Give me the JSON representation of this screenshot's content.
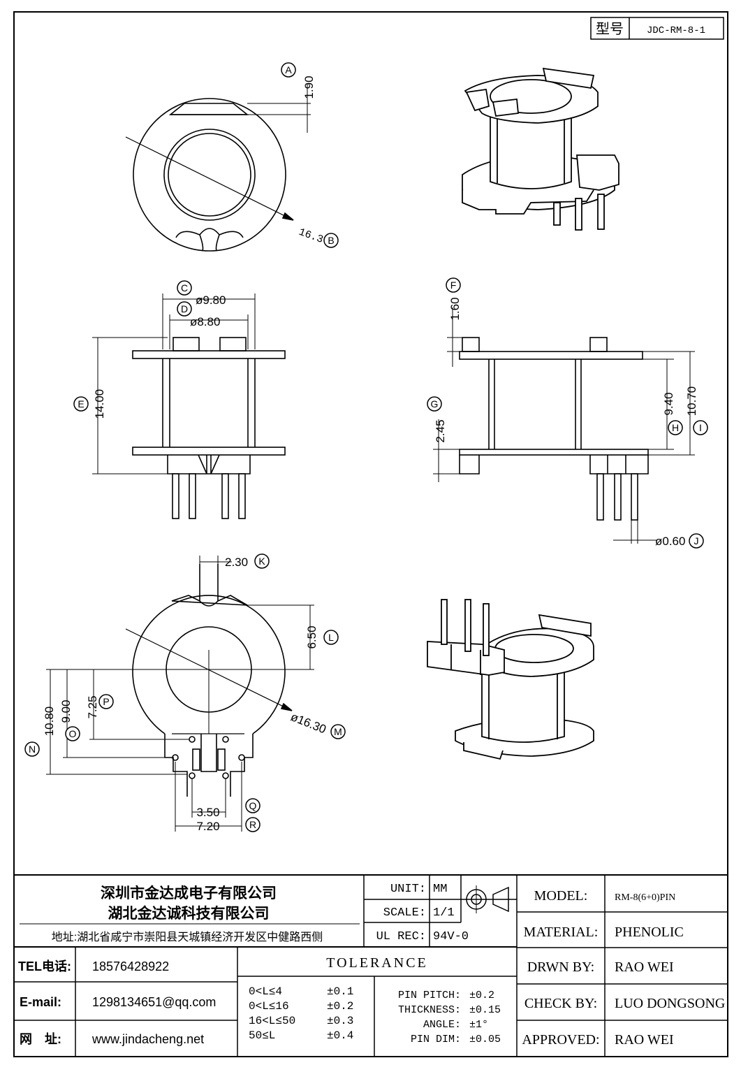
{
  "model_box": {
    "label": "型号",
    "value": "JDC-RM-8-1"
  },
  "dims": {
    "A": "1.90",
    "B": "16.3",
    "C": "ø9.80",
    "D": "ø8.80",
    "E": "14.00",
    "F": "1.60",
    "G": "2.45",
    "H": "9.40",
    "I": "10.70",
    "J": "ø0.60",
    "K": "2.30",
    "L": "6.50",
    "M": "ø16.30",
    "N": "10.80",
    "O": "9.00",
    "P": "7.25",
    "Q": "3.50",
    "R": "7.20"
  },
  "markers": [
    "A",
    "B",
    "C",
    "D",
    "E",
    "F",
    "G",
    "H",
    "I",
    "J",
    "K",
    "L",
    "M",
    "N",
    "O",
    "P",
    "Q",
    "R"
  ],
  "company": {
    "name1": "深圳市金达成电子有限公司",
    "name2": "湖北金达诚科技有限公司",
    "address": "地址:湖北省咸宁市崇阳县天城镇经济开发区中健路西侧"
  },
  "contacts": [
    {
      "label": "TEL电话:",
      "value": "18576428922"
    },
    {
      "label": "E-mail:",
      "value": "1298134651@qq.com"
    },
    {
      "label": "网　址:",
      "value": "www.jindacheng.net"
    }
  ],
  "spec": {
    "unit_label": "UNIT:",
    "unit_value": "MM",
    "scale_label": "SCALE:",
    "scale_value": "1/1",
    "ulrec_label": "UL REC:",
    "ulrec_value": "94V-0"
  },
  "tolerance": {
    "title": "TOLERANCE",
    "ranges": [
      {
        "range": "0<L≤4",
        "tol": "±0.1"
      },
      {
        "range": "0<L≤16",
        "tol": "±0.2"
      },
      {
        "range": "16<L≤50",
        "tol": "±0.3"
      },
      {
        "range": "50≤L",
        "tol": "±0.4"
      }
    ],
    "extra": [
      {
        "label": "PIN PITCH:",
        "tol": "±0.2"
      },
      {
        "label": "THICKNESS:",
        "tol": "±0.15"
      },
      {
        "label": "ANGLE:",
        "tol": "±1°"
      },
      {
        "label": "PIN DIM:",
        "tol": "±0.05"
      }
    ]
  },
  "info": [
    {
      "label": "MODEL:",
      "value": "RM-8(6+0)PIN"
    },
    {
      "label": "MATERIAL:",
      "value": "PHENOLIC"
    },
    {
      "label": "DRWN BY:",
      "value": "RAO WEI"
    },
    {
      "label": "CHECK BY:",
      "value": "LUO DONGSONG"
    },
    {
      "label": "APPROVED:",
      "value": "RAO WEI"
    }
  ]
}
